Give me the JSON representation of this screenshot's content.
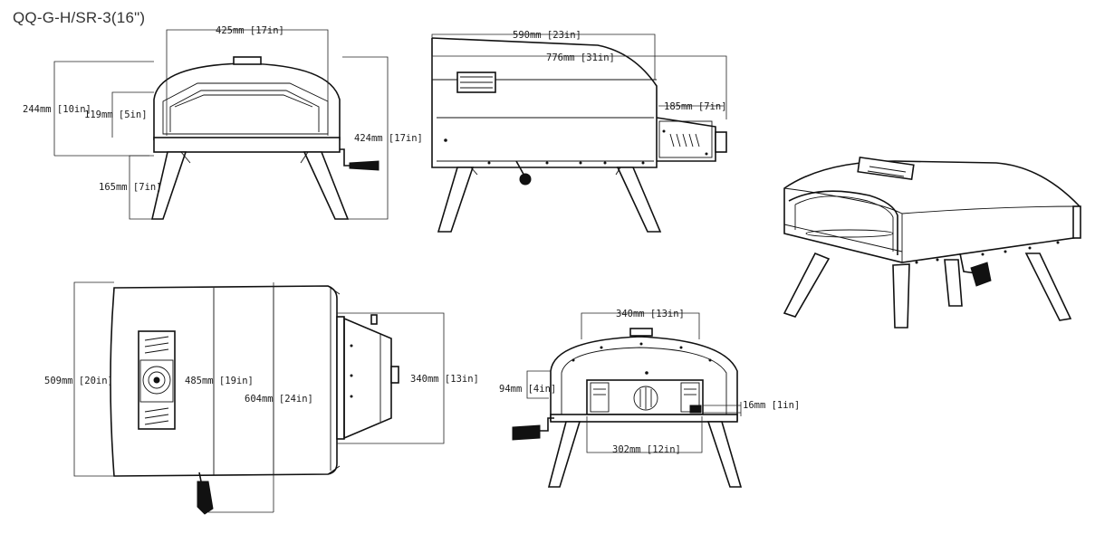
{
  "model_label": "QQ-G-H/SR-3(16\")",
  "dimensions": {
    "front_width": "425mm [17in]",
    "front_height": "244mm [10in]",
    "opening_height": "119mm [5in]",
    "total_height": "424mm [17in]",
    "leg_height": "165mm [7in]",
    "side_body": "590mm [23in]",
    "side_total": "776mm [31in]",
    "burner_height": "185mm [7in]",
    "top_width": "509mm [20in]",
    "top_inner": "485mm [19in]",
    "top_depth": "604mm [24in]",
    "burner_depth": "340mm [13in]",
    "rear_width": "340mm [13in]",
    "rear_small_height": "94mm [4in]",
    "rear_lower_width": "302mm [12in]",
    "rear_thickness": "16mm [1in]"
  }
}
